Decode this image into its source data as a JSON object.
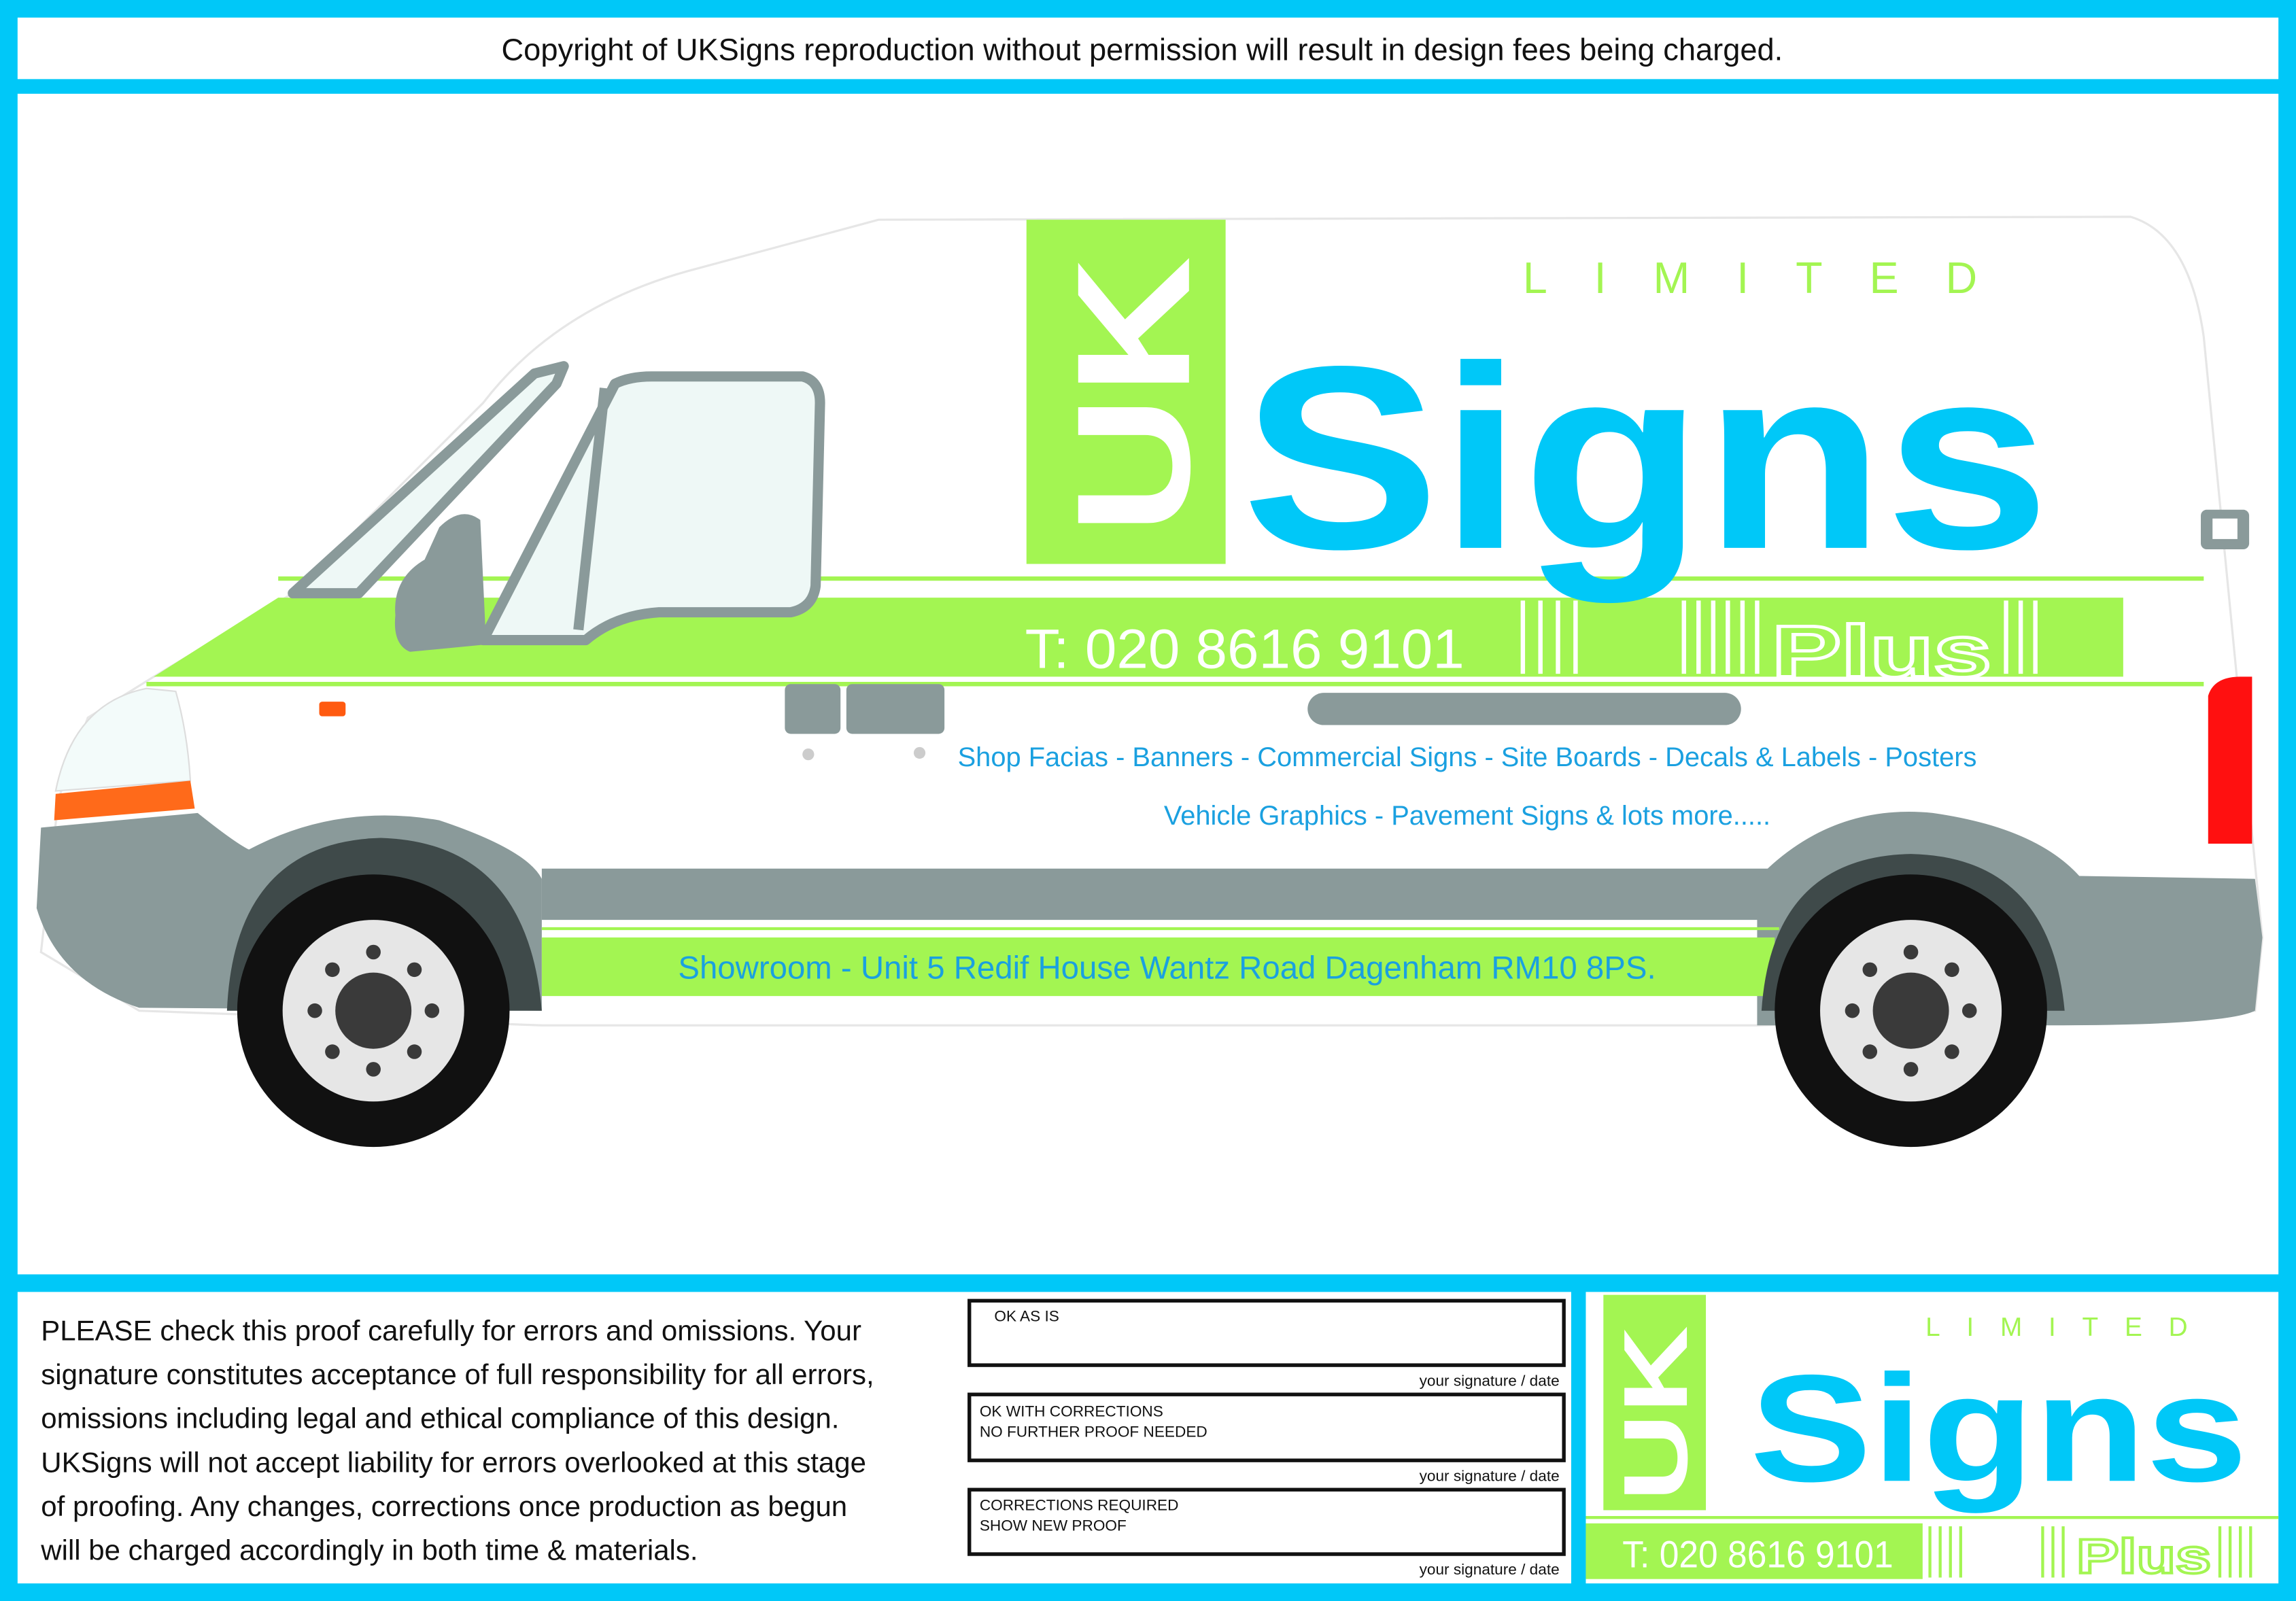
{
  "header": {
    "copyright": "Copyright of UKSigns reproduction without permission will result in design fees being charged."
  },
  "colors": {
    "frame": "#00c8f8",
    "brand_green": "#a3f552",
    "brand_cyan": "#00c8f8",
    "van_gray": "#8a9a9a",
    "text_blue": "#1aa0e0"
  },
  "van": {
    "logo": {
      "uk": "UK",
      "signs": "Signs",
      "limited": "LIMITED",
      "plus": "Plus"
    },
    "phone": "T: 020 8616 9101",
    "services_line1": "Shop Facias - Banners - Commercial Signs - Site Boards - Decals & Labels - Posters",
    "services_line2": "Vehicle Graphics - Pavement  Signs & lots more.....",
    "showroom": "Showroom - Unit 5 Redif House Wantz Road Dagenham RM10 8PS."
  },
  "footer": {
    "disclaimer_lines": [
      "PLEASE check this proof carefully for errors and omissions. Your",
      "signature constitutes acceptance of full responsibility for all errors,",
      "omissions including legal and ethical compliance of this design.",
      "UKSigns will not accept liability for errors overlooked at this stage",
      "of proofing. Any changes, corrections once production as begun",
      "will be charged accordingly in both time & materials."
    ],
    "approval_boxes": [
      {
        "line1": "OK AS IS",
        "line2": "",
        "signature_label": "your signature / date"
      },
      {
        "line1": "OK WITH CORRECTIONS",
        "line2": "NO FURTHER PROOF NEEDED",
        "signature_label": "your signature / date"
      },
      {
        "line1": "CORRECTIONS REQUIRED",
        "line2": "SHOW NEW PROOF",
        "signature_label": "your signature / date"
      }
    ],
    "logo": {
      "uk": "UK",
      "signs": "Signs",
      "limited": "LIMITED",
      "plus": "Plus",
      "phone": "T: 020 8616 9101"
    }
  }
}
